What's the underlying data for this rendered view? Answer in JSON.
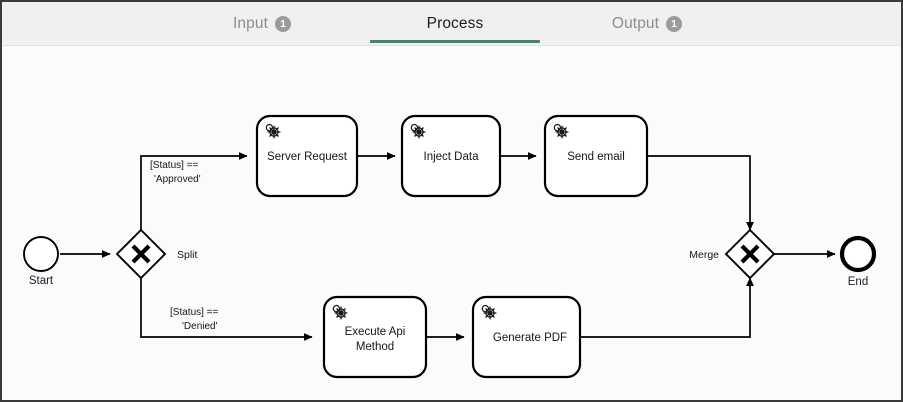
{
  "tabs": [
    {
      "id": "input",
      "label": "Input",
      "badge": "1",
      "active": false
    },
    {
      "id": "process",
      "label": "Process",
      "badge": null,
      "active": true
    },
    {
      "id": "output",
      "label": "Output",
      "badge": "1",
      "active": false
    }
  ],
  "colors": {
    "active_underline": "#4b7f72",
    "badge_bg": "#9b9b9b",
    "tabbar_bg": "#f0f0f0",
    "canvas_bg": "#fbfbfb",
    "stroke": "#000000"
  },
  "diagram": {
    "type": "bpmn-flowchart",
    "nodes": {
      "start": {
        "label": "Start",
        "shape": "start-event"
      },
      "split": {
        "label": "Split",
        "shape": "exclusive-gateway"
      },
      "merge": {
        "label": "Merge",
        "shape": "exclusive-gateway"
      },
      "end": {
        "label": "End",
        "shape": "end-event"
      },
      "server_request": {
        "label": "Server Request",
        "shape": "service-task",
        "icon": "gear-icon"
      },
      "inject_data": {
        "label": "Inject Data",
        "shape": "service-task",
        "icon": "gear-icon"
      },
      "send_email": {
        "label": "Send email",
        "shape": "service-task",
        "icon": "gear-icon"
      },
      "execute_api": {
        "label_line1": "Execute Api",
        "label_line2": "Method",
        "shape": "service-task",
        "icon": "gear-icon"
      },
      "generate_pdf": {
        "label": "Generate PDF",
        "shape": "service-task",
        "icon": "gear-icon"
      }
    },
    "edge_labels": {
      "approved_line1": "[Status] ==",
      "approved_line2": "'Approved'",
      "denied_line1": "[Status] ==",
      "denied_line2": "'Denied'"
    }
  }
}
